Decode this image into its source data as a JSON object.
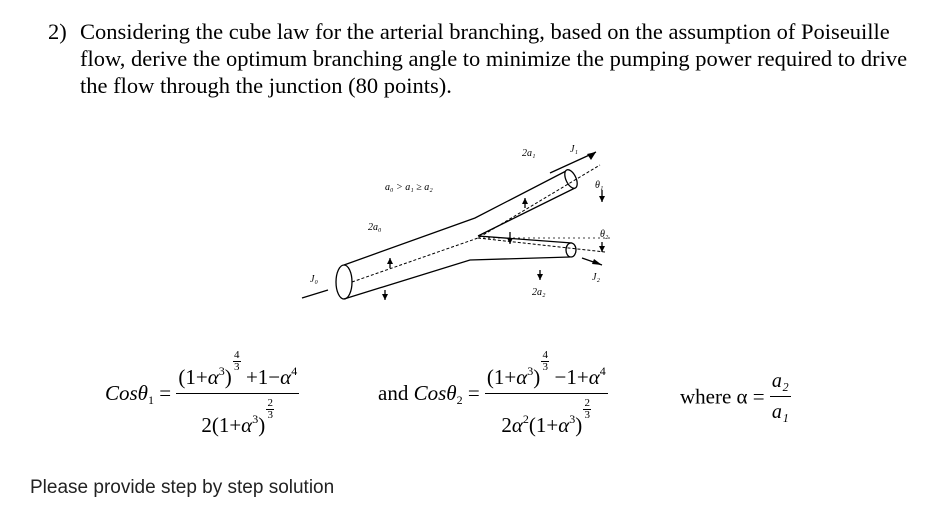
{
  "question": {
    "number": "2)",
    "text": "Considering the cube law for the arterial branching, based on the assumption of Poiseuille flow, derive the optimum branching angle to minimize the pumping power required to drive the flow through the junction (80 points)."
  },
  "figure": {
    "condition": "a₀ > a₁ ≥ a₂",
    "label_2a0": "2a₀",
    "label_2a1": "2a₁",
    "label_2a2": "2a₂",
    "label_J0": "J₀",
    "label_J1": "J₁",
    "label_J2": "J₂",
    "label_theta1": "θ₁",
    "label_theta2": "θ₂"
  },
  "equations": {
    "cos1_label": "Cosθ",
    "cos1_sub": "1",
    "cos2_label": "Cosθ",
    "cos2_sub": "2",
    "and": "and",
    "where": "where α =",
    "alpha_num": "a₂",
    "alpha_den": "a₁"
  },
  "note": "Please provide step by step solution"
}
